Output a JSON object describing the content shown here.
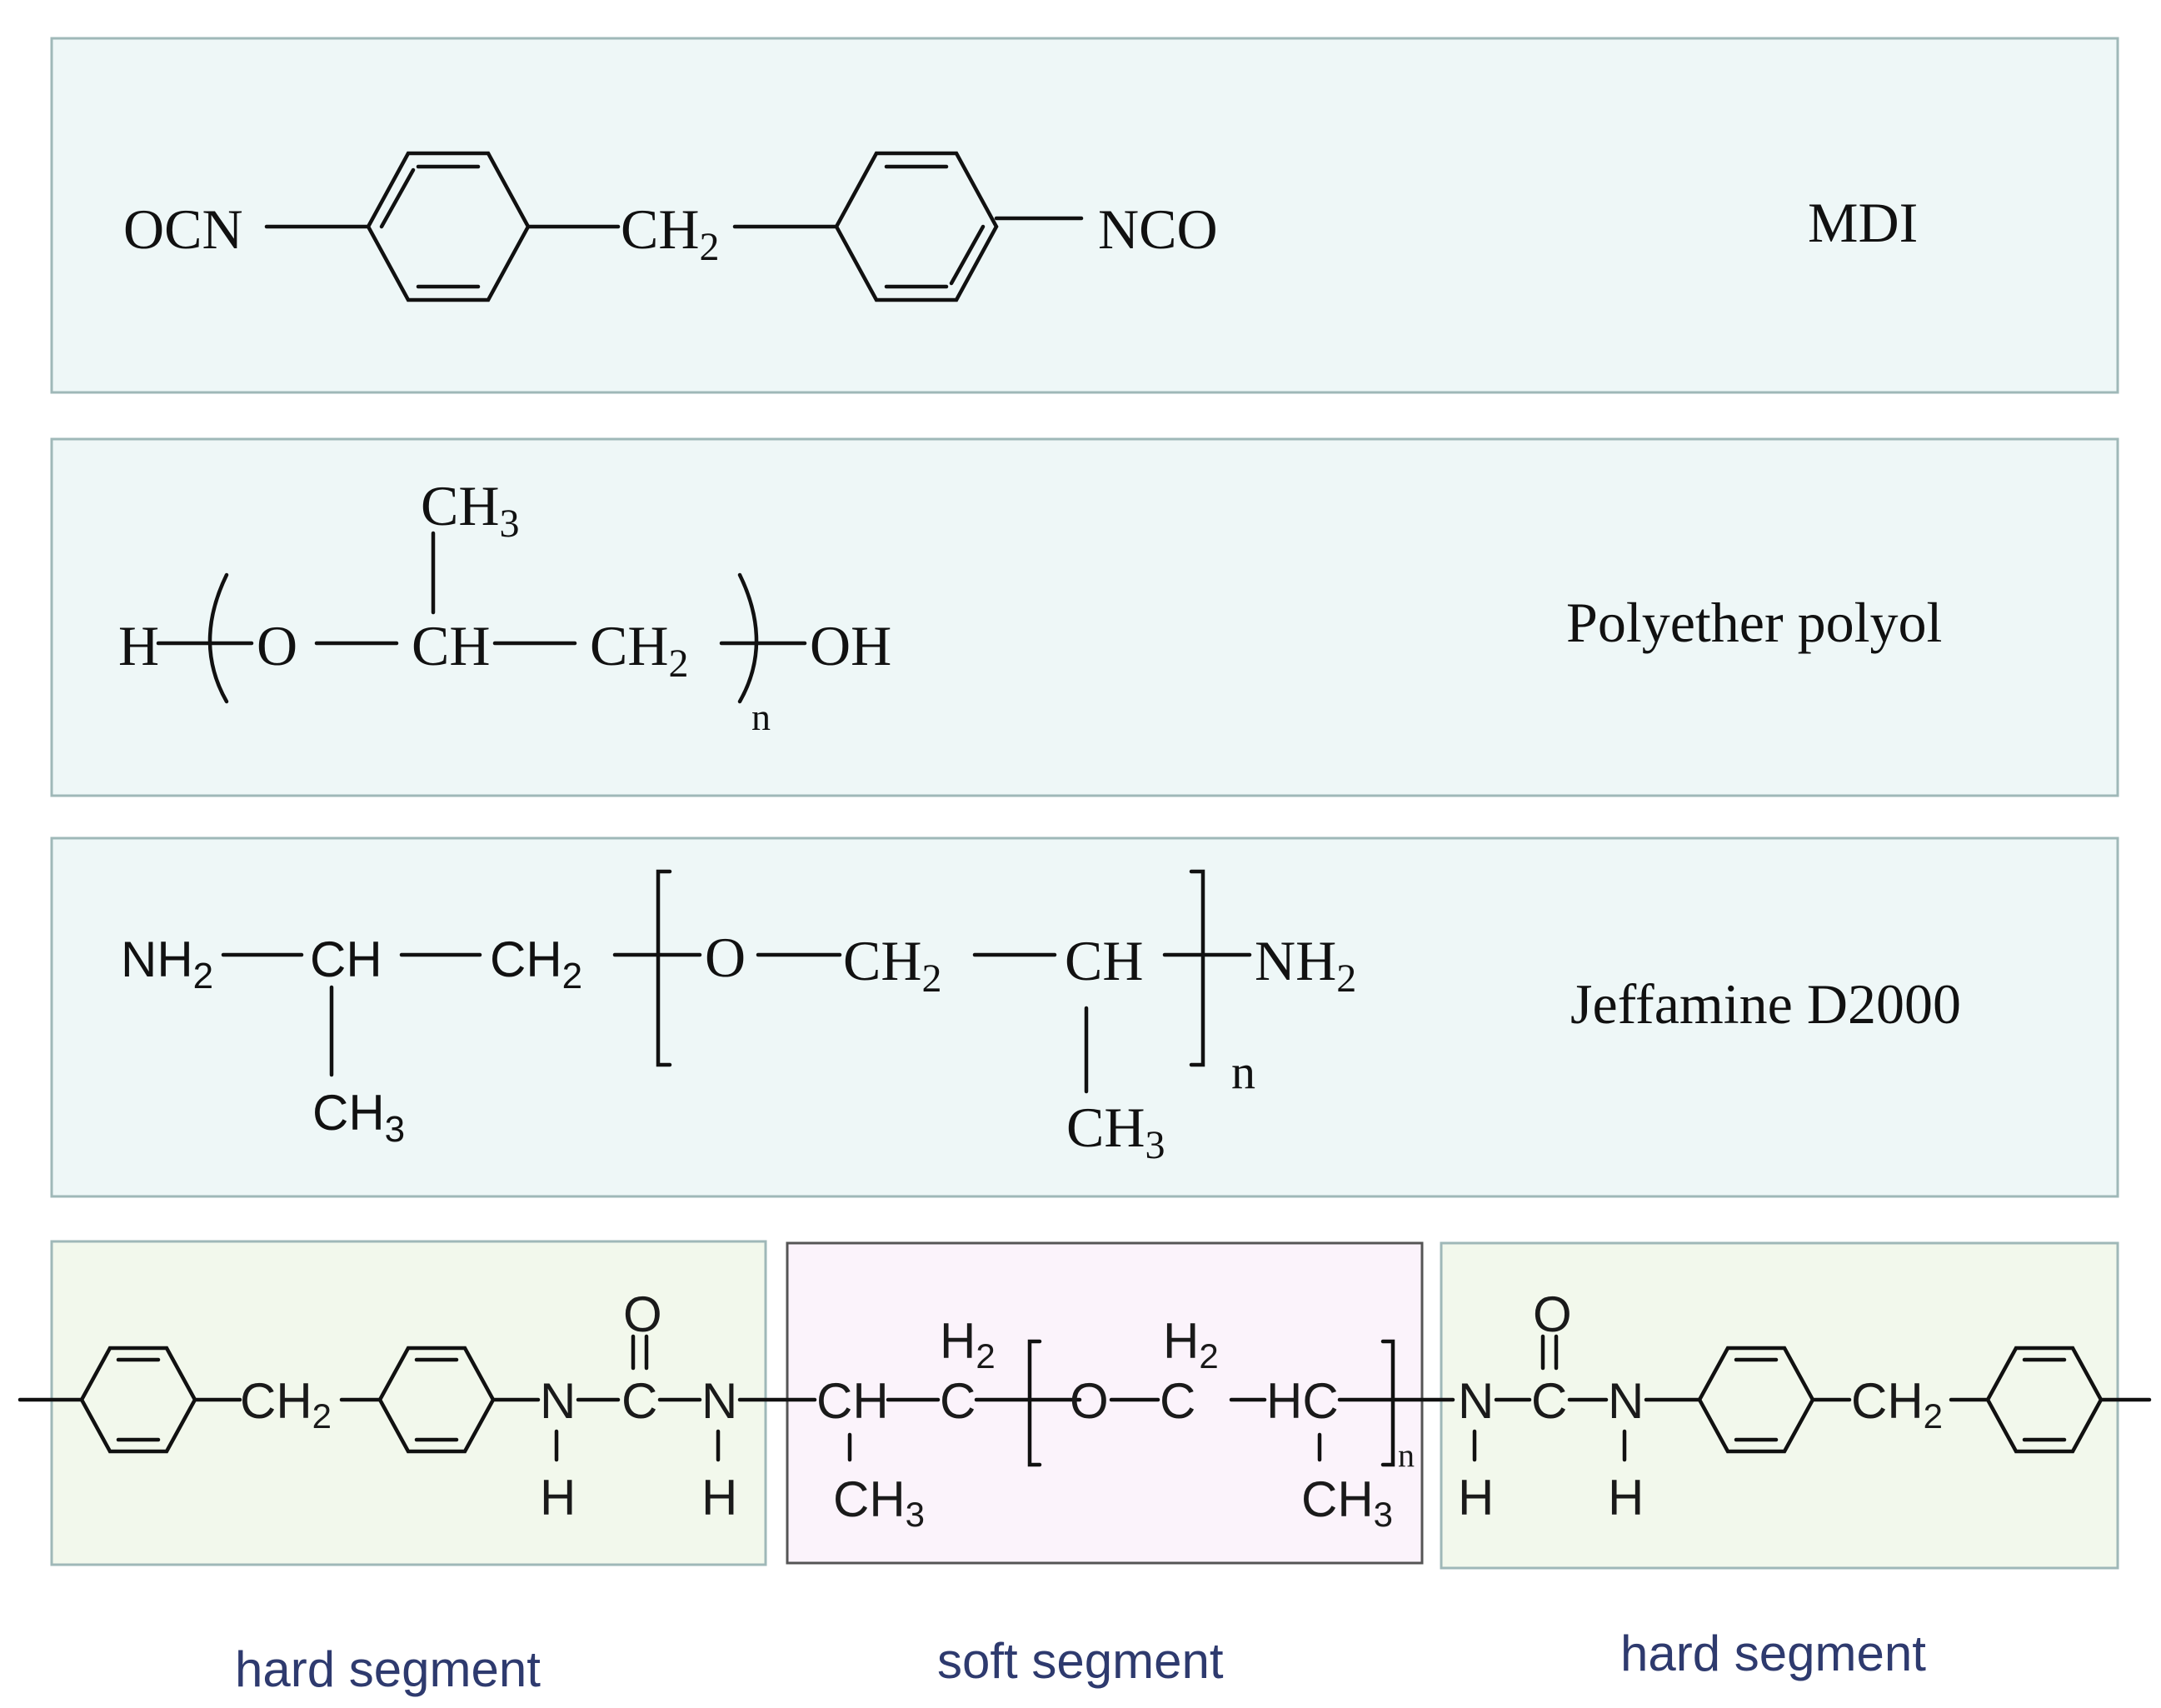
{
  "colors": {
    "panel_fill": "#eef7f7",
    "panel_border": "#9fb8b8",
    "hard_fill": "#f2f8ec",
    "soft_fill": "#fbf3fb",
    "segment_label": "#2e3a6e"
  },
  "panels": [
    {
      "label": "MDI"
    },
    {
      "label": "Polyether polyol"
    },
    {
      "label": "Jeffamine D2000"
    }
  ],
  "mdi": {
    "left_group": "OCN",
    "bridge": "CH",
    "bridge_sub": "2",
    "right_group": "NCO"
  },
  "polyol": {
    "h": "H",
    "o": "O",
    "ch": "CH",
    "ch3": "CH",
    "ch3_sub": "3",
    "ch2": "CH",
    "ch2_sub": "2",
    "n": "n",
    "oh": "OH"
  },
  "jeffamine": {
    "nh2_left": "NH",
    "nh2_left_sub": "2",
    "ch": "CH",
    "ch3_a": "CH",
    "ch3_a_sub": "3",
    "ch2_a": "CH",
    "ch2_a_sub": "2",
    "o": "O",
    "ch2_b": "CH",
    "ch2_b_sub": "2",
    "ch_b": "CH",
    "ch3_b": "CH",
    "ch3_b_sub": "3",
    "nh2_right": "NH",
    "nh2_right_sub": "2",
    "n": "n"
  },
  "chain": {
    "ch2_left": "CH",
    "ch2_left_sub": "2",
    "n1": "N",
    "h1": "H",
    "c1": "C",
    "o1": "O",
    "n2": "N",
    "h2": "H",
    "ch": "CH",
    "ch3_a": "CH",
    "ch3_a_sub": "3",
    "c_a": "C",
    "h2_a": "H",
    "h2_a_sub": "2",
    "o_mid": "O",
    "c_b": "C",
    "h2_b": "H",
    "h2_b_sub": "2",
    "hc": "HC",
    "ch3_b": "CH",
    "ch3_b_sub": "3",
    "n_repeat": "n",
    "n3": "N",
    "h3": "H",
    "c2": "C",
    "o2": "O",
    "n4": "N",
    "h4": "H",
    "ch2_right": "CH",
    "ch2_right_sub": "2"
  },
  "segments": [
    {
      "label": "hard segment"
    },
    {
      "label": "soft segment"
    },
    {
      "label": "hard segment"
    }
  ]
}
